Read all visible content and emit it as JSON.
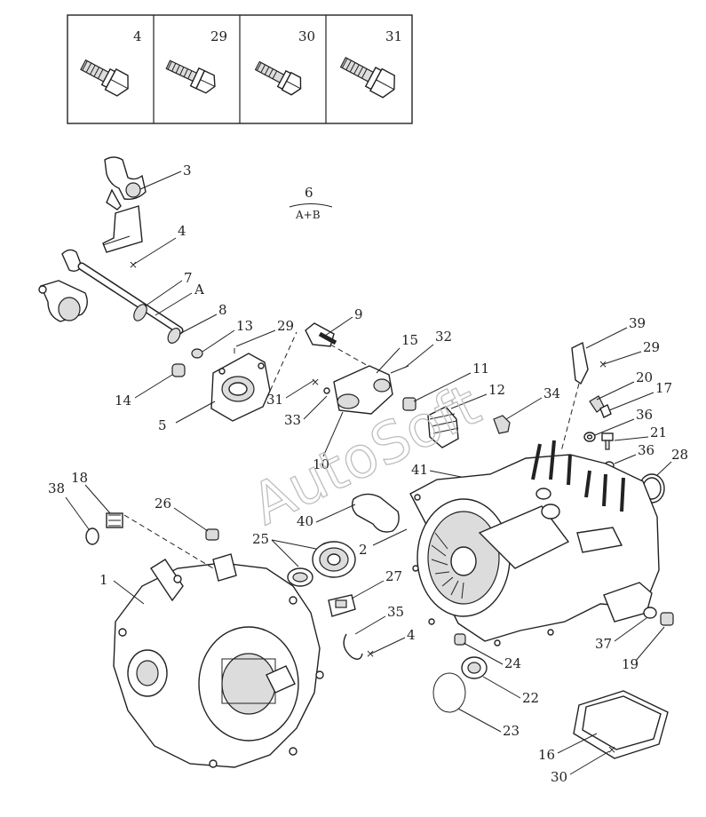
{
  "bolt_table": {
    "cells": [
      {
        "number": "4"
      },
      {
        "number": "29"
      },
      {
        "number": "30"
      },
      {
        "number": "31"
      }
    ]
  },
  "group_label": {
    "number": "6",
    "sub": "A+B"
  },
  "callouts": {
    "c1": "1",
    "c2": "2",
    "c3": "3",
    "c4a": "4",
    "c4b": "4",
    "c5": "5",
    "c7": "7",
    "cA": "A",
    "c8": "8",
    "c9": "9",
    "c10": "10",
    "c11": "11",
    "c12": "12",
    "c13": "13",
    "c14": "14",
    "c15": "15",
    "c16": "16",
    "c17": "17",
    "c18": "18",
    "c19": "19",
    "c20": "20",
    "c21": "21",
    "c22": "22",
    "c23": "23",
    "c24": "24",
    "c25": "25",
    "c26": "26",
    "c27": "27",
    "c28": "28",
    "c29a": "29",
    "c29b": "29",
    "c30": "30",
    "c31": "31",
    "c32": "32",
    "c33": "33",
    "c34": "34",
    "c35": "35",
    "c36a": "36",
    "c36b": "36",
    "c37": "37",
    "c38": "38",
    "c39": "39",
    "c40": "40",
    "c41": "41"
  },
  "watermark": "AutoSoft"
}
